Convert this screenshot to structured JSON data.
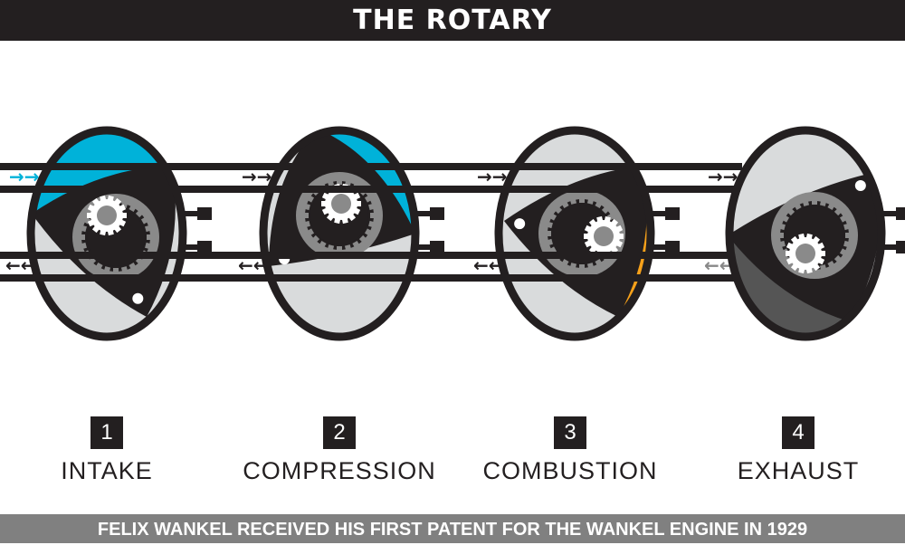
{
  "title": "THE ROTARY",
  "footer": "FELIX WANKEL RECEIVED HIS FIRST PATENT FOR THE WANKEL ENGINE IN 1929",
  "colors": {
    "intake": "#00b2d9",
    "combustion": "#f7a11a",
    "exhaust": "#555555",
    "dark": "#231f20",
    "light": "#d9dbdc"
  },
  "steps": [
    {
      "number": "1",
      "label": "INTAKE",
      "chamber": "intake"
    },
    {
      "number": "2",
      "label": "COMPRESSION",
      "chamber": "intake"
    },
    {
      "number": "3",
      "label": "COMBUSTION",
      "chamber": "combustion"
    },
    {
      "number": "4",
      "label": "EXHAUST",
      "chamber": "exhaust"
    }
  ]
}
